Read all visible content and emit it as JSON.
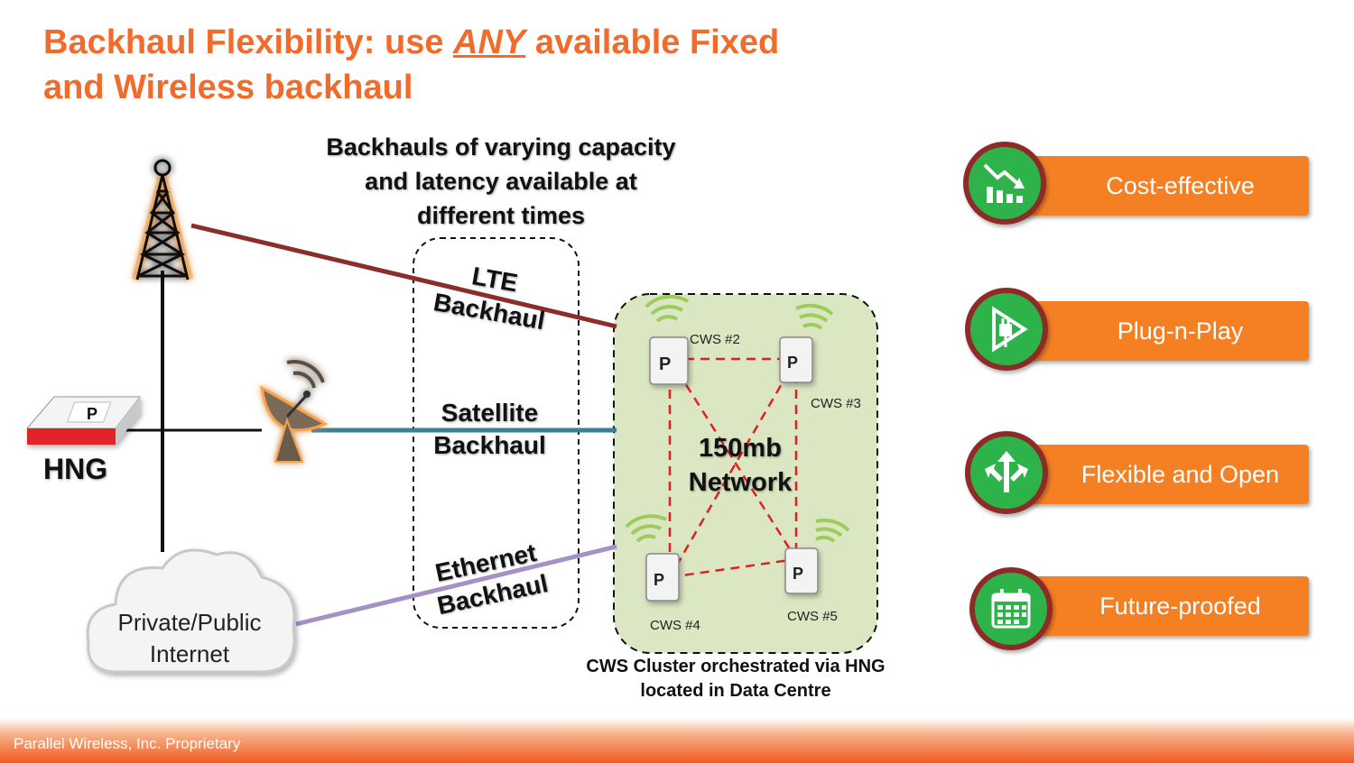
{
  "title": {
    "part1": "Backhaul Flexibility: use ",
    "emphasis": "ANY",
    "part2": " available Fixed",
    "line2": "and Wireless backhaul"
  },
  "header": {
    "line1": "Backhauls of varying capacity",
    "line2": "and latency available at",
    "line3": "different times"
  },
  "backhauls": {
    "lte": {
      "line1": "LTE",
      "line2": "Backhaul"
    },
    "satellite": {
      "line1": "Satellite",
      "line2": "Backhaul"
    },
    "ethernet": {
      "line1": "Ethernet",
      "line2": "Backhaul"
    }
  },
  "hng_label": "HNG",
  "cloud": {
    "line1": "Private/Public",
    "line2": "Internet"
  },
  "network": {
    "line1": "150mb",
    "line2": "Network"
  },
  "cws": {
    "n2": "CWS #2",
    "n3": "CWS #3",
    "n4": "CWS #4",
    "n5": "CWS #5"
  },
  "cluster_caption": {
    "line1": "CWS Cluster orchestrated via HNG",
    "line2": "located in Data Centre"
  },
  "features": [
    {
      "label": "Cost-effective",
      "icon": "chart-down-icon"
    },
    {
      "label": "Plug-n-Play",
      "icon": "plug-icon"
    },
    {
      "label": "Flexible and Open",
      "icon": "split-arrows-icon"
    },
    {
      "label": "Future-proofed",
      "icon": "calendar-icon"
    }
  ],
  "footer": "Parallel Wireless, Inc. Proprietary",
  "colors": {
    "accent": "#f26b2a",
    "pill": "#f58024",
    "badge_green": "#2db34a",
    "badge_ring": "#8e2b27",
    "lte_line": "#8b2e2a",
    "satellite_line": "#3a7f96",
    "ethernet_line": "#a592c4",
    "cluster_bg": "#dbe6c3",
    "mesh_line": "#e02020"
  }
}
